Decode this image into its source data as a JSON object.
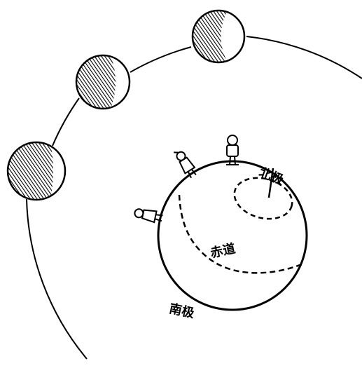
{
  "labels": {
    "north_pole": "北极",
    "equator": "赤道",
    "south_pole": "南极"
  },
  "colors": {
    "ink": "#000000",
    "background": "#ffffff"
  }
}
